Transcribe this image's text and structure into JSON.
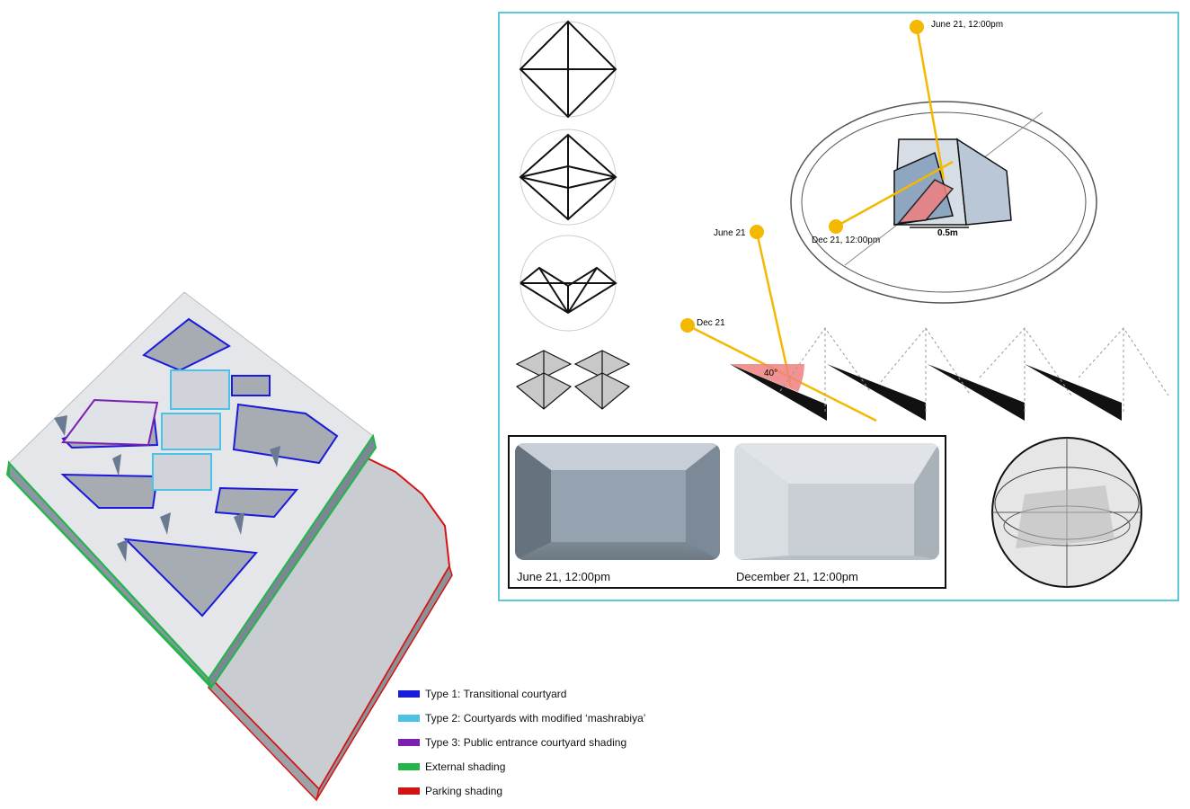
{
  "legend": {
    "items": [
      {
        "label": "Type 1: Transitional courtyard",
        "color": "#1a1adc"
      },
      {
        "label": "Type 2: Courtyards with modified ‘mashrabiya’",
        "color": "#4cc3e6"
      },
      {
        "label": "Type 3: Public entrance courtyard shading",
        "color": "#7b1fb0"
      },
      {
        "label": "External shading",
        "color": "#22b64a"
      },
      {
        "label": "Parking shading",
        "color": "#d41414"
      }
    ]
  },
  "sun_labels": {
    "june_noon_top": "June 21, 12:00pm",
    "dec_noon": "Dec 21, 12:00pm",
    "june": "June 21",
    "dec": "Dec 21"
  },
  "annotations": {
    "dimension": "0.5m",
    "angle": "40°"
  },
  "photos": {
    "left_caption": "June 21, 12:00pm",
    "right_caption": "December 21, 12:00pm"
  },
  "colors": {
    "panel_border": "#5cc8d9",
    "sun": "#f5b800",
    "sun_ray": "#f5b800",
    "shade_wedge": "#f08080"
  }
}
